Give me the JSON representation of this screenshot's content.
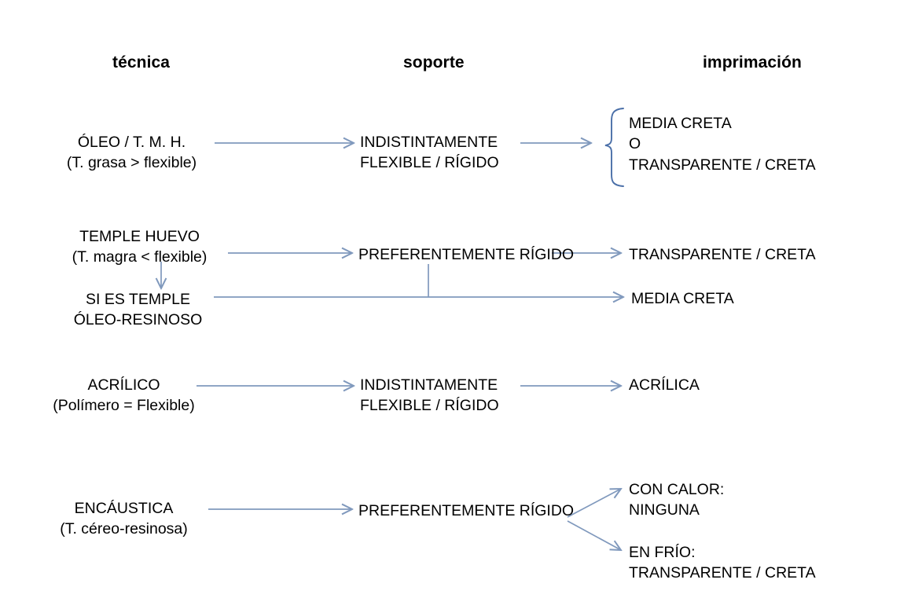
{
  "meta": {
    "title": "Cuadro técnica / soporte / imprimación",
    "line_color": "#8099bd",
    "text_color": "#000000",
    "background": "#ffffff"
  },
  "headers": [
    {
      "id": "tecnica",
      "label": "técnica"
    },
    {
      "id": "soporte",
      "label": "soporte"
    },
    {
      "id": "imprimacion",
      "label": "imprimación"
    }
  ],
  "rows": [
    {
      "id": "oleo",
      "tecnica": {
        "line1": "ÓLEO / T. M. H.",
        "line2": "(T. grasa  > flexible)"
      },
      "soporte": {
        "line1": "INDISTINTAMENTE",
        "line2": "FLEXIBLE / RÍGIDO"
      },
      "imprimacion": {
        "line1": "MEDIA CRETA",
        "line2": "O",
        "line3": "TRANSPARENTE / CRETA"
      }
    },
    {
      "id": "temple-huevo",
      "tecnica": {
        "line1": "TEMPLE HUEVO",
        "line2": "(T. magra  < flexible)"
      },
      "tecnica_alt": {
        "line1": "SI ES TEMPLE",
        "line2": "ÓLEO-RESINOSO"
      },
      "soporte": {
        "line1": "PREFERENTEMENTE RÍGIDO"
      },
      "imprimacion": {
        "line1": "TRANSPARENTE / CRETA"
      },
      "imprimacion_alt": {
        "line1": "MEDIA CRETA"
      }
    },
    {
      "id": "acrilico",
      "tecnica": {
        "line1": "ACRÍLICO",
        "line2": "(Polímero = Flexible)"
      },
      "soporte": {
        "line1": "INDISTINTAMENTE",
        "line2": "FLEXIBLE / RÍGIDO"
      },
      "imprimacion": {
        "line1": "ACRÍLICA"
      }
    },
    {
      "id": "encaustica",
      "tecnica": {
        "line1": "ENCÁUSTICA",
        "line2": "(T. céreo-resinosa)"
      },
      "soporte": {
        "line1": "PREFERENTEMENTE RÍGIDO"
      },
      "imprimacion": {
        "line1": "CON CALOR:",
        "line2": "NINGUNA"
      },
      "imprimacion_alt": {
        "line1": "EN FRÍO:",
        "line2": "TRANSPARENTE / CRETA"
      }
    }
  ]
}
